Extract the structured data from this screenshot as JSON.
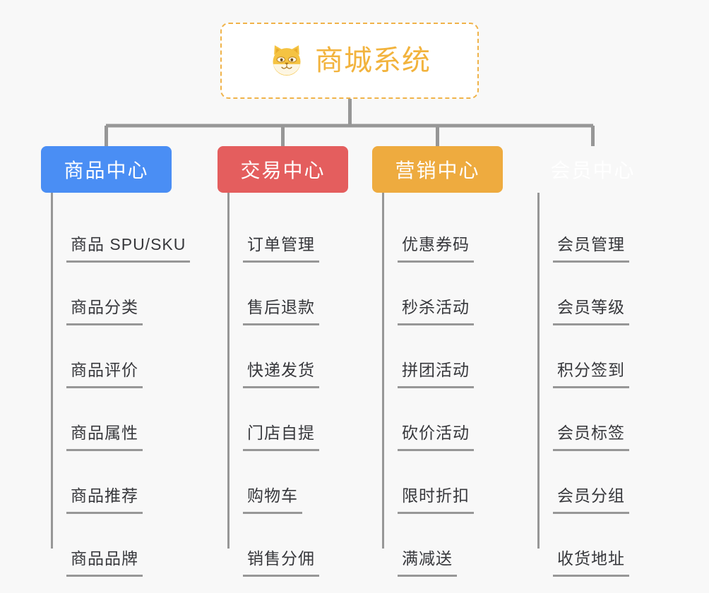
{
  "background_color": "#f8f8f8",
  "root": {
    "icon": "shiba-dog-face-icon",
    "title": "商城系统",
    "title_color": "#f2b33d",
    "border_color": "#f0b34a"
  },
  "connector_color": "#979797",
  "columns": [
    {
      "id": "product-center",
      "header": "商品中心",
      "color": "#4a8ef4",
      "items": [
        "商品 SPU/SKU",
        "商品分类",
        "商品评价",
        "商品属性",
        "商品推荐",
        "商品品牌"
      ]
    },
    {
      "id": "trade-center",
      "header": "交易中心",
      "color": "#e45e5e",
      "items": [
        "订单管理",
        "售后退款",
        "快递发货",
        "门店自提",
        "购物车",
        "销售分佣"
      ]
    },
    {
      "id": "marketing-center",
      "header": "营销中心",
      "color": "#eeab3f",
      "items": [
        "优惠券码",
        "秒杀活动",
        "拼团活动",
        "砍价活动",
        "限时折扣",
        "满减送"
      ]
    },
    {
      "id": "member-center",
      "header": "会员中心",
      "color": "#79c council",
      "items": [
        "会员管理",
        "会员等级",
        "积分签到",
        "会员标签",
        "会员分组",
        "收货地址"
      ]
    }
  ]
}
